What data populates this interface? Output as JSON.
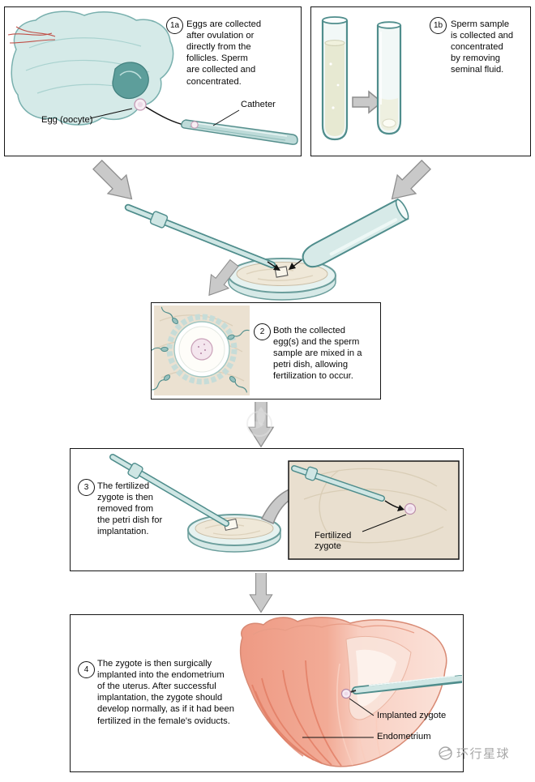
{
  "colors": {
    "teal_outline": "#4f8d8c",
    "teal_fill": "#d5eae8",
    "beige_fluid": "#ebe1d1",
    "uterus_pink": "#ee9a84",
    "arrow_gray": "#c9c9c9",
    "watermark_gray": "#a6a6a6"
  },
  "step_1a": {
    "number": "1a",
    "text": "Eggs are collected\nafter ovulation or\ndirectly from the\nfollicles. Sperm\nare collected and\nconcentrated.",
    "egg_label": "Egg (oocyte)",
    "catheter_label": "Catheter"
  },
  "step_1b": {
    "number": "1b",
    "text": "Sperm sample\nis collected and\nconcentrated\nby removing\nseminal fluid."
  },
  "step_2": {
    "number": "2",
    "text": "Both the collected\negg(s) and the sperm\nsample are mixed in a\npetri dish, allowing\nfertilization to occur."
  },
  "step_3": {
    "number": "3",
    "text": "The fertilized\nzygote is then\nremoved from\nthe petri dish for\nimplantation.",
    "zygote_label": "Fertilized\nzygote"
  },
  "step_4": {
    "number": "4",
    "text": "The zygote is then surgically\nimplanted into the endometrium\nof the uterus. After successful\nimplantation, the zygote should\ndevelop normally, as if it had been\nfertilized in the female's oviducts.",
    "implanted_label": "Implanted zygote",
    "endometrium_label": "Endometrium"
  },
  "watermark": {
    "text": "环行星球"
  }
}
